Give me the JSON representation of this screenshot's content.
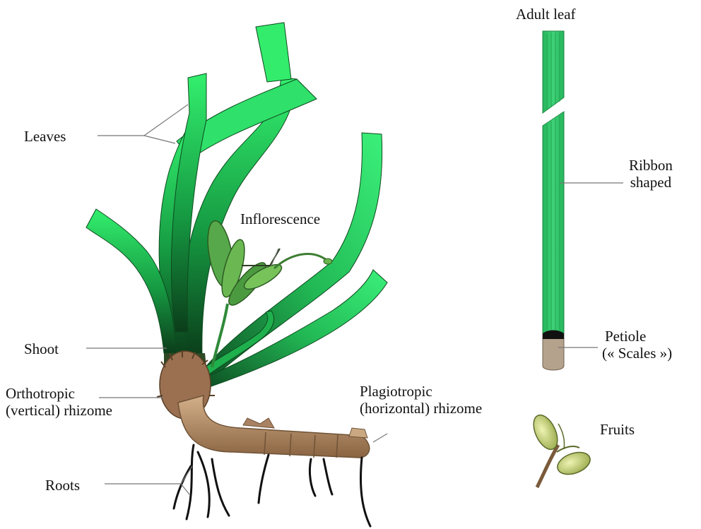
{
  "labels": {
    "leaves": "Leaves",
    "inflorescence": "Inflorescence",
    "shoot": "Shoot",
    "ortho_line1": "Orthotropic",
    "ortho_line2": "(vertical) rhizome",
    "plagio_line1": "Plagiotropic",
    "plagio_line2": "(horizontal) rhizome",
    "roots": "Roots",
    "adult_leaf": "Adult leaf",
    "ribbon_line1": "Ribbon",
    "ribbon_line2": "shaped",
    "petiole_line1": "Petiole",
    "petiole_line2": "(« Scales »)",
    "fruits": "Fruits"
  },
  "colors": {
    "leaf_bright": "#2ee86a",
    "leaf_mid": "#1fb04e",
    "leaf_dark": "#0e5a25",
    "rhizome": "#b08a66",
    "rhizome_dark": "#6e5236",
    "root": "#111111",
    "fruit": "#c9d77a",
    "leader_line": "#777777"
  }
}
